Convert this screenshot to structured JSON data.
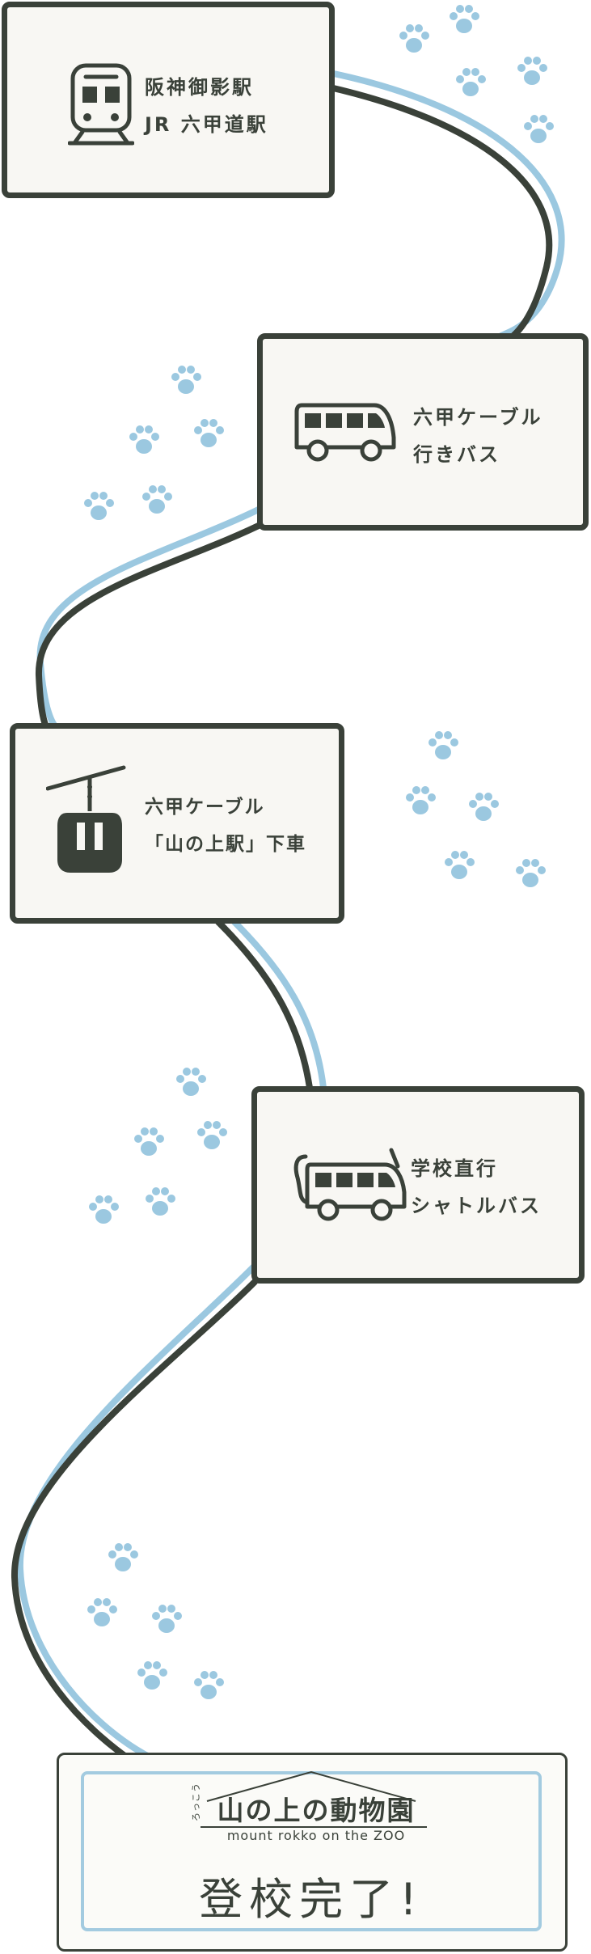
{
  "colors": {
    "dark": "#3a4139",
    "blue": "#9bc8e0",
    "card": "#f8f7f3"
  },
  "stations": [
    {
      "icon": "train-icon",
      "lines": [
        "阪神御影駅",
        "JR 六甲道駅"
      ]
    },
    {
      "icon": "bus-icon",
      "lines": [
        "六甲ケーブル",
        "行きバス"
      ]
    },
    {
      "icon": "cable-car-icon",
      "lines": [
        "六甲ケーブル",
        "「山の上駅」下車"
      ]
    },
    {
      "icon": "shuttle-bus-icon",
      "lines": [
        "学校直行",
        "シャトルバス"
      ]
    }
  ],
  "goal": {
    "ruby": "ろっこう",
    "name": "山の上の動物園",
    "subtitle": "mount rokko on the ZOO",
    "title": "登校完了!"
  },
  "decoration": {
    "paw_icon": "paw-print-icon"
  }
}
